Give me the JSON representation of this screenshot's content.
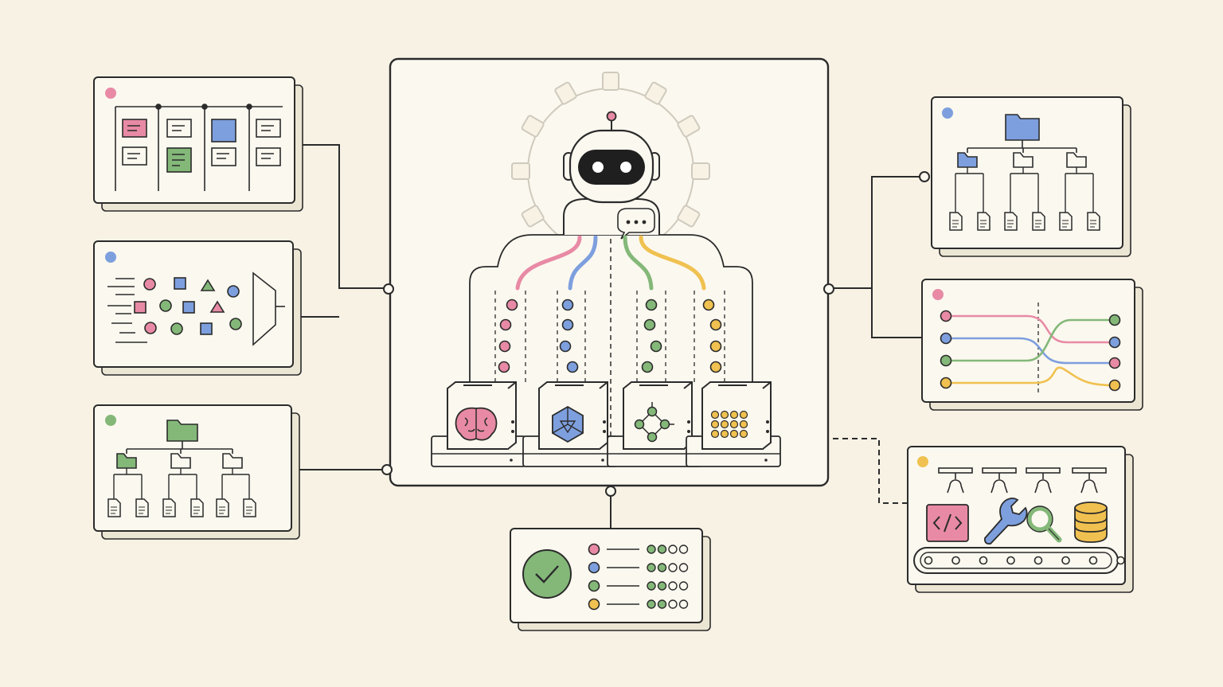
{
  "palette": {
    "background": "#f7f2e4",
    "card": "#fbf8ef",
    "card_shadow": "#ebe5d3",
    "ink": "#2b2b2b",
    "pink": "#e88aa5",
    "blue": "#7d9fde",
    "green": "#84b879",
    "yellow": "#f0c150",
    "gear": "#cfcabd"
  },
  "central": {
    "robot": "robot-icon",
    "gear": "gear-icon",
    "chat_bubble": "chat-bubble-icon",
    "streams": [
      "pink",
      "blue",
      "green",
      "yellow"
    ],
    "modules": [
      {
        "icon": "brain-icon",
        "color": "pink"
      },
      {
        "icon": "polyhedron-icon",
        "color": "blue"
      },
      {
        "icon": "graph-network-icon",
        "color": "green"
      },
      {
        "icon": "dot-grid-icon",
        "color": "yellow"
      }
    ]
  },
  "left_cards": [
    {
      "accent": "pink",
      "icon": "kanban-board-icon"
    },
    {
      "accent": "blue",
      "icon": "shape-funnel-icon"
    },
    {
      "accent": "green",
      "icon": "folder-tree-icon"
    }
  ],
  "right_cards": [
    {
      "accent": "blue",
      "icon": "folder-tree-icon"
    },
    {
      "accent": "pink",
      "icon": "routing-lines-icon"
    },
    {
      "accent": "yellow",
      "icon": "tool-conveyor-icon",
      "tools": [
        "code-icon",
        "wrench-icon",
        "magnifier-icon",
        "database-icon"
      ]
    }
  ],
  "bottom_card": {
    "icon": "checkmark-icon",
    "rows": [
      {
        "color": "pink",
        "filled": 2,
        "total": 4
      },
      {
        "color": "blue",
        "filled": 2,
        "total": 4
      },
      {
        "color": "green",
        "filled": 2,
        "total": 4
      },
      {
        "color": "yellow",
        "filled": 2,
        "total": 4
      }
    ]
  }
}
